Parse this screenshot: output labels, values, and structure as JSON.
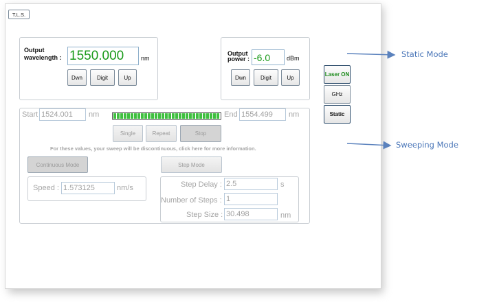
{
  "window": {
    "tab_label": "T.L.S."
  },
  "wavelength": {
    "label_line1": "Output",
    "label_line2": "wavelength :",
    "value": "1550.000",
    "unit": "nm",
    "buttons": [
      "Dwn",
      "Digit",
      "Up"
    ]
  },
  "power": {
    "label_line1": "Output",
    "label_line2": "power :",
    "value": "-6.0",
    "unit": "dBm",
    "buttons": [
      "Dwn",
      "Digit",
      "Up"
    ]
  },
  "side_buttons": {
    "laser": "Laser ON",
    "ghz": "GHz",
    "static": "Static"
  },
  "sweep": {
    "start_label": "Start",
    "start_value": "1524.001",
    "start_unit": "nm",
    "end_label": "End",
    "end_value": "1554.499",
    "end_unit": "nm",
    "progress": 1.0,
    "buttons": {
      "single": "Single",
      "repeat": "Repeat",
      "stop": "Stop"
    },
    "info_text": "For these values, your sweep will be discontinuous, click here for more information.",
    "continuous_mode_label": "Continuous Mode",
    "step_mode_label": "Step Mode",
    "speed_label": "Speed :",
    "speed_value": "1.573125",
    "speed_unit": "nm/s",
    "step_delay_label": "Step Delay :",
    "step_delay_value": "2.5",
    "step_delay_unit": "s",
    "num_steps_label": "Number of Steps :",
    "num_steps_value": "1",
    "step_size_label": "Step Size :",
    "step_size_value": "30.498",
    "step_size_unit": "nm"
  },
  "annotations": {
    "static_mode": "Static Mode",
    "sweeping_mode": "Sweeping Mode"
  },
  "colors": {
    "value_green": "#1a9a1a",
    "laser_green": "#1a8a1a",
    "arrow_blue": "#5b82bd",
    "annotation_text": "#4a76b8"
  }
}
